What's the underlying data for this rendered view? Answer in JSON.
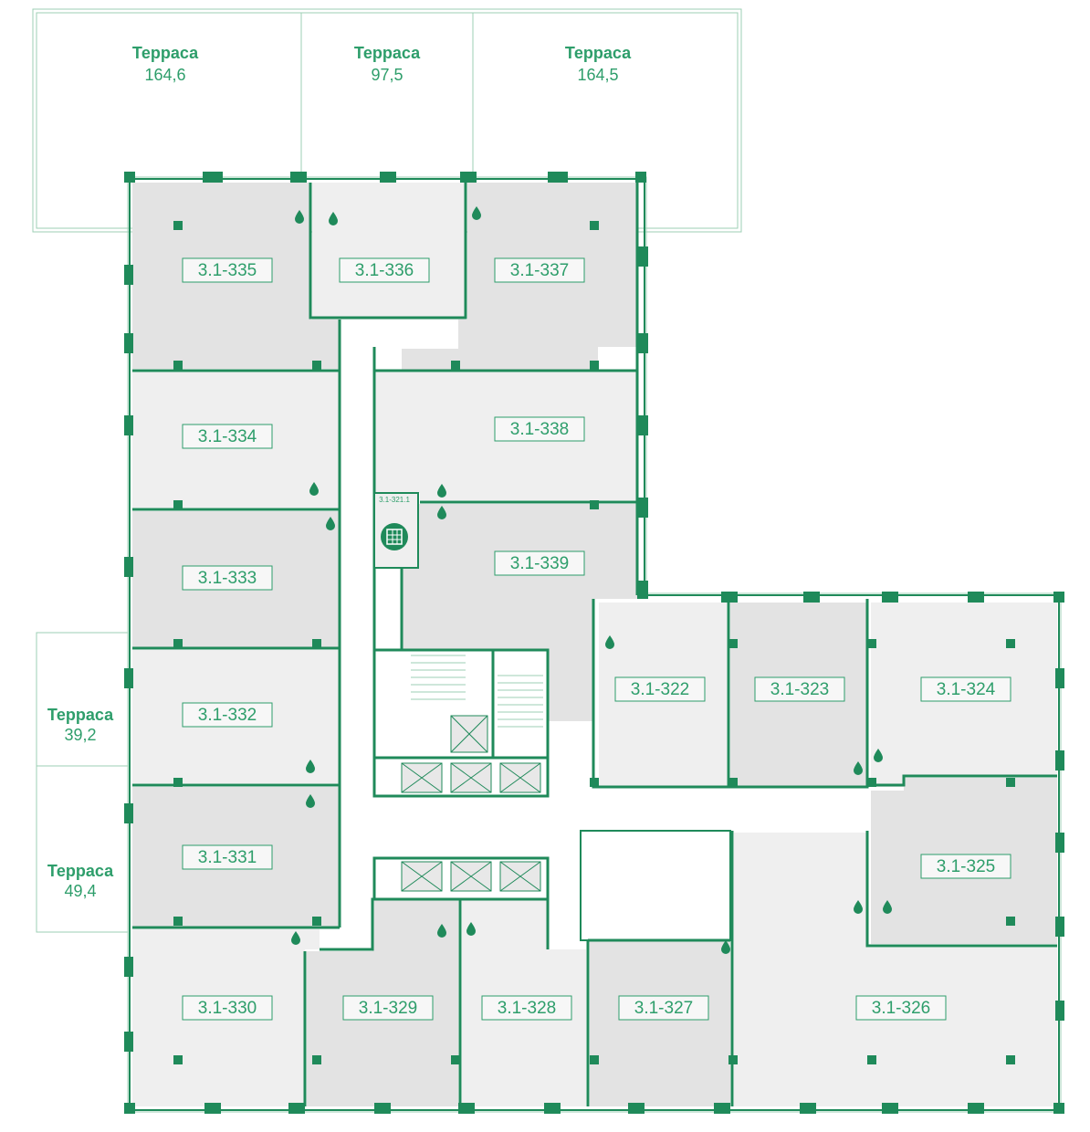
{
  "colors": {
    "accent": "#2e9e6b",
    "wall": "#1f8a5a",
    "room_light": "#efefef",
    "room_dark": "#e3e3e3",
    "terrace": "#efefef"
  },
  "terraces": [
    {
      "name": "Терраса",
      "area": "164,6"
    },
    {
      "name": "Терраса",
      "area": "97,5"
    },
    {
      "name": "Терраса",
      "area": "164,5"
    },
    {
      "name": "Терраса",
      "area": "39,2"
    },
    {
      "name": "Терраса",
      "area": "49,4"
    }
  ],
  "rooms": [
    {
      "id": "3.1-335"
    },
    {
      "id": "3.1-336"
    },
    {
      "id": "3.1-337"
    },
    {
      "id": "3.1-334"
    },
    {
      "id": "3.1-338"
    },
    {
      "id": "3.1-333"
    },
    {
      "id": "3.1-339"
    },
    {
      "id": "3.1-332"
    },
    {
      "id": "3.1-331"
    },
    {
      "id": "3.1-330"
    },
    {
      "id": "3.1-329"
    },
    {
      "id": "3.1-328"
    },
    {
      "id": "3.1-327"
    },
    {
      "id": "3.1-326"
    },
    {
      "id": "3.1-322"
    },
    {
      "id": "3.1-323"
    },
    {
      "id": "3.1-324"
    },
    {
      "id": "3.1-325"
    }
  ],
  "small_room": {
    "id": "3.1-321.1"
  },
  "icons": {
    "water": "water-drop-icon",
    "building": "building-icon",
    "elevator": "elevator-icon",
    "stairs": "stairs-icon"
  }
}
